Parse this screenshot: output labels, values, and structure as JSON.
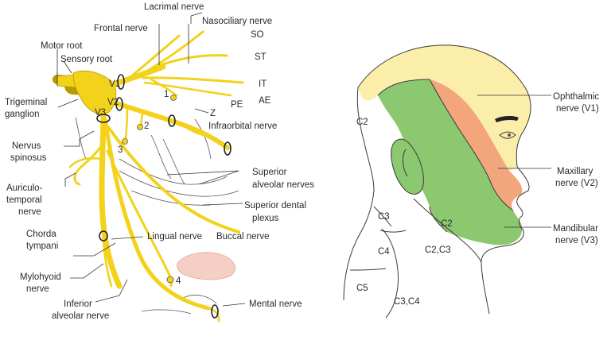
{
  "left_diagram": {
    "labels": {
      "lacrimal": "Lacrimal nerve",
      "frontal": "Frontal nerve",
      "nasociliary": "Nasociliary nerve",
      "so": "SO",
      "st": "ST",
      "it": "IT",
      "ae": "AE",
      "pe": "PE",
      "motor_root": "Motor root",
      "sensory_root": "Sensory root",
      "v1": "V1",
      "v2": "V2",
      "v3": "V3",
      "trigeminal_1": "Trigeminal",
      "trigeminal_2": "ganglion",
      "z": "Z",
      "infraorbital": "Infraorbital nerve",
      "nervus_1": "Nervus",
      "nervus_2": "spinosus",
      "superior_alveolar_1": "Superior",
      "superior_alveolar_2": "alveolar nerves",
      "auriculo_1": "Auriculo-",
      "auriculo_2": "temporal",
      "auriculo_3": "nerve",
      "superior_dental_1": "Superior dental",
      "superior_dental_2": "plexus",
      "chorda_1": "Chorda",
      "chorda_2": "tympani",
      "lingual": "Lingual nerve",
      "buccal": "Buccal nerve",
      "mylohyoid_1": "Mylohyoid",
      "mylohyoid_2": "nerve",
      "inferior_1": "Inferior",
      "inferior_2": "alveolar nerve",
      "mental": "Mental nerve",
      "num1": "1",
      "num2": "2",
      "num3": "3",
      "num4": "4"
    }
  },
  "right_diagram": {
    "labels": {
      "ophthalmic_1": "Ophthalmic",
      "ophthalmic_2": "nerve (V1)",
      "maxillary_1": "Maxillary",
      "maxillary_2": "nerve (V2)",
      "mandibular_1": "Mandibular",
      "mandibular_2": "nerve (V3)",
      "c2_top": "C2",
      "c2_jaw": "C2",
      "c3": "C3",
      "c4": "C4",
      "c5": "C5",
      "c2c3": "C2,C3",
      "c3c4": "C3,C4"
    }
  },
  "colors": {
    "nerve_yellow": "#f2d21a",
    "ophthalmic_fill": "#fbeeaa",
    "maxillary_fill": "#f3a57c",
    "mandibular_fill": "#8cc870",
    "tongue_fill": "#f6cfc4"
  }
}
